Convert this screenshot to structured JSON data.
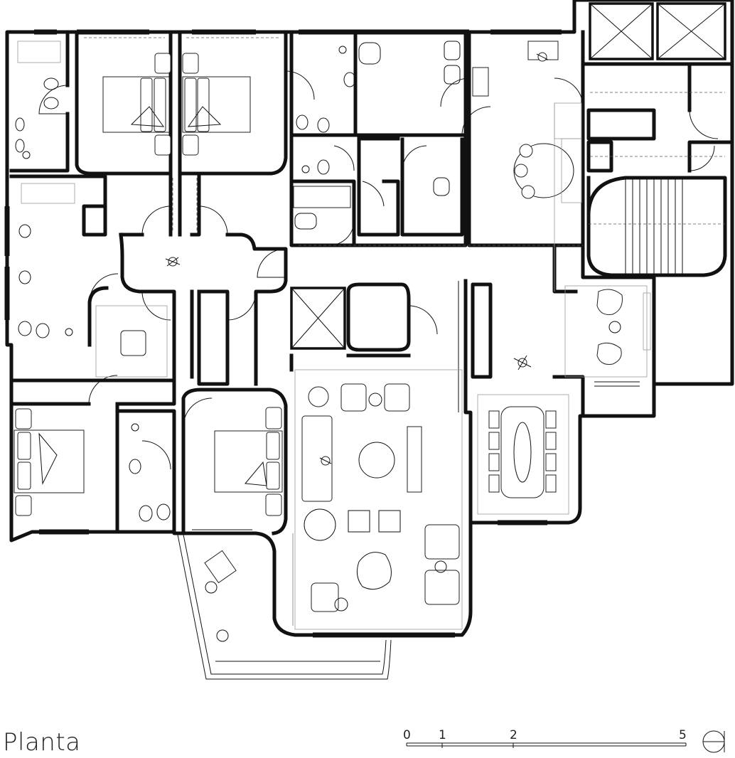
{
  "drawing": {
    "title": "Planta",
    "scale_labels": [
      "0",
      "1",
      "2",
      "5"
    ],
    "icons": [
      "north-arrow-icon",
      "person-figure-icon",
      "bed-icon",
      "sofa-icon",
      "dining-table-icon",
      "elevator-icon",
      "stair-icon"
    ]
  }
}
